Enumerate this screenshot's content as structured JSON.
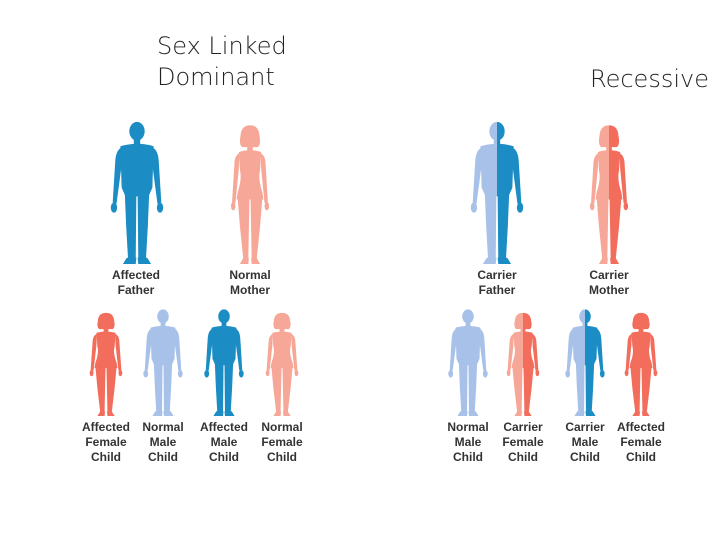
{
  "titles": {
    "dominant_line1": "Sex Linked",
    "dominant_line2": "Dominant",
    "recessive": "Recessive"
  },
  "colors": {
    "affected_male": "#1b8cc4",
    "affected_female": "#f26d5b",
    "normal_male": "#a7c1e8",
    "normal_female": "#f7a797"
  },
  "dominant": {
    "parents": [
      {
        "line1": "Affected",
        "line2": "Father",
        "figure": "male-affected"
      },
      {
        "line1": "Normal",
        "line2": "Mother",
        "figure": "female-normal"
      }
    ],
    "children": [
      {
        "line1": "Affected",
        "line2": "Female",
        "line3": "Child",
        "figure": "female-affected"
      },
      {
        "line1": "Normal",
        "line2": "Male",
        "line3": "Child",
        "figure": "male-normal"
      },
      {
        "line1": "Affected",
        "line2": "Male",
        "line3": "Child",
        "figure": "male-affected"
      },
      {
        "line1": "Normal",
        "line2": "Female",
        "line3": "Child",
        "figure": "female-normal"
      }
    ]
  },
  "recessive": {
    "parents": [
      {
        "line1": "Carrier",
        "line2": "Father",
        "figure": "male-carrier"
      },
      {
        "line1": "Carrier",
        "line2": "Mother",
        "figure": "female-carrier"
      }
    ],
    "children": [
      {
        "line1": "Normal",
        "line2": "Male",
        "line3": "Child",
        "figure": "male-normal"
      },
      {
        "line1": "Carrier",
        "line2": "Female",
        "line3": "Child",
        "figure": "female-carrier"
      },
      {
        "line1": "Carrier",
        "line2": "Male",
        "line3": "Child",
        "figure": "male-carrier"
      },
      {
        "line1": "Affected",
        "line2": "Female",
        "line3": "Child",
        "figure": "female-affected"
      }
    ]
  }
}
